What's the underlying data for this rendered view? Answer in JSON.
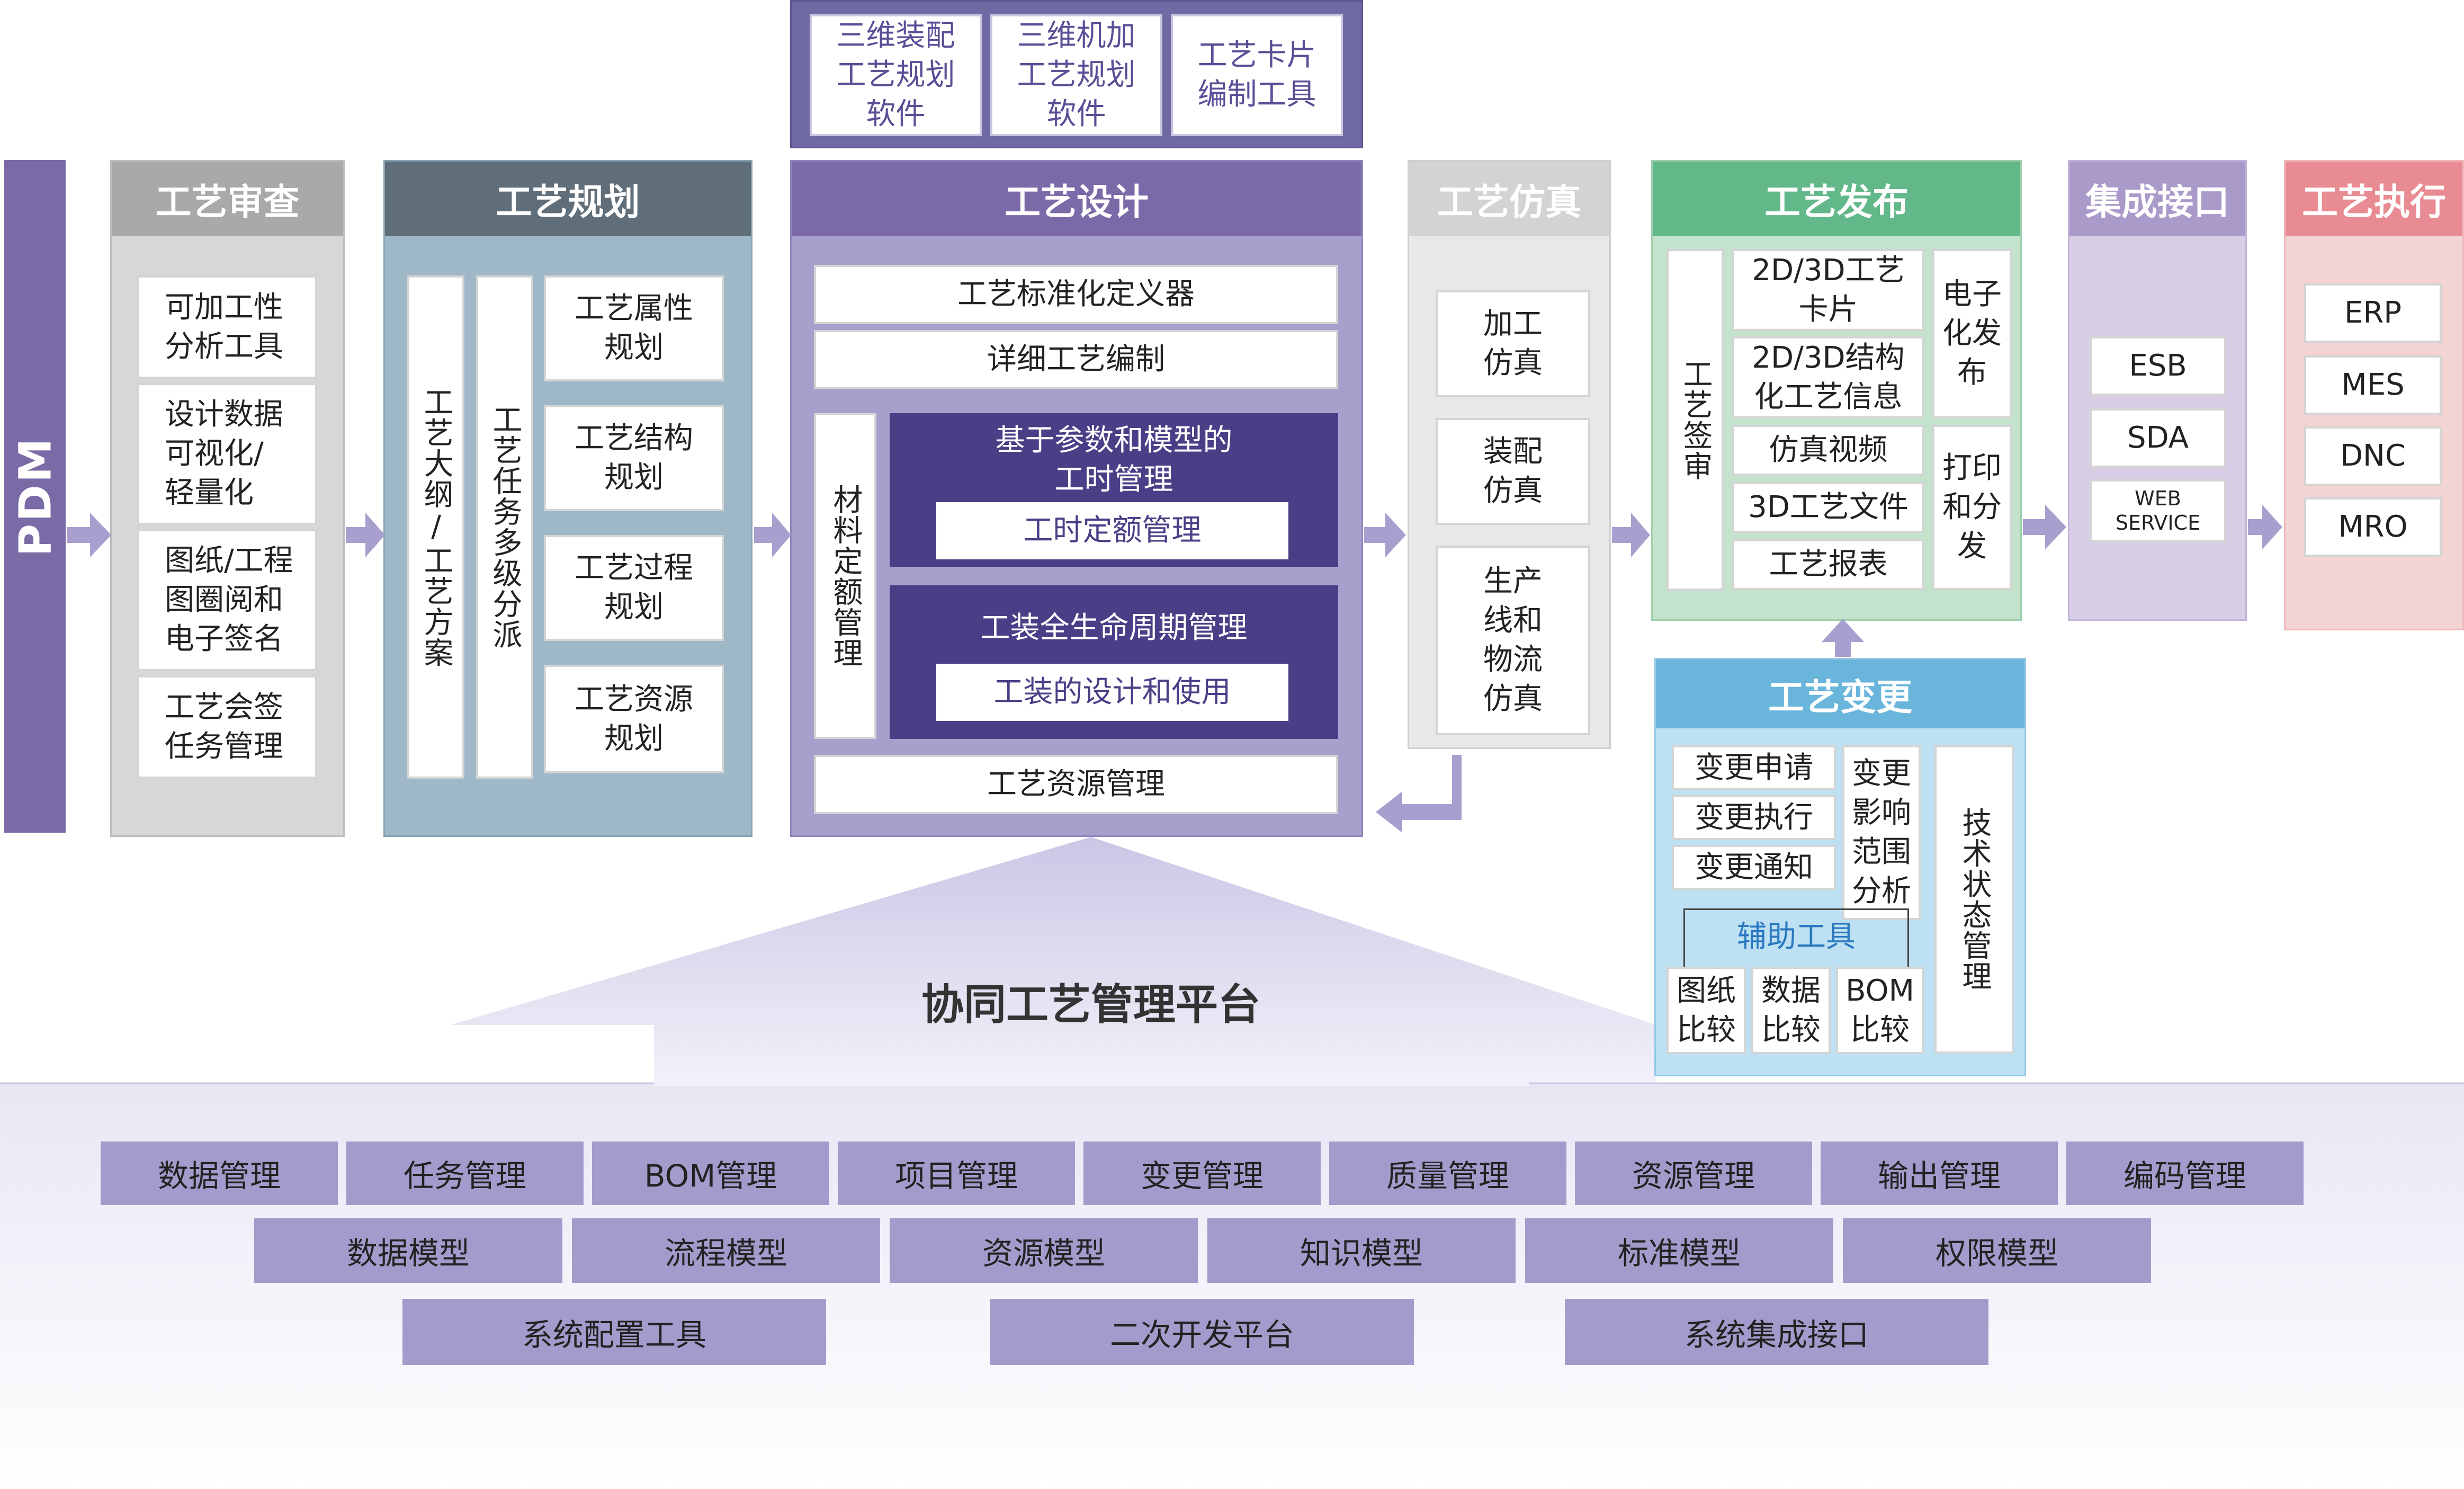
{
  "colors": {
    "pdm": "#7a6aa6",
    "review_header": "#a9a9a9",
    "review_body": "#d7d7d7",
    "planning_header": "#5f6e79",
    "planning_body": "#9fb8c7",
    "design_header": "#7b6aa8",
    "design_body": "#a8a0cc",
    "design_dark": "#4a3f87",
    "sim_header": "#d3d3d3",
    "sim_body": "#e8e8e8",
    "release_header": "#63b88a",
    "release_body": "#c4e3cc",
    "interface_header": "#a99ac9",
    "interface_body": "#d8cfe6",
    "exec_header": "#e98b92",
    "exec_body": "#f4d3d5",
    "change_header": "#6ab5dc",
    "change_body": "#bde0f2",
    "platform_box": "#a29ccc",
    "arrow": "#a89fcf"
  },
  "pdm": {
    "label": "PDM"
  },
  "tools_top": [
    "三维装配\n工艺规划\n软件",
    "三维机加\n工艺规划\n软件",
    "工艺卡片\n编制工具"
  ],
  "review": {
    "title": "工艺审查",
    "items": [
      "可加工性\n分析工具",
      "设计数据\n可视化/\n轻量化",
      "图纸/工程\n图圈阅和\n电子签名",
      "工艺会签\n任务管理"
    ]
  },
  "planning": {
    "title": "工艺规划",
    "vertical": [
      "工艺大纲/工艺方案",
      "工艺任务多级分派"
    ],
    "items": [
      "工艺属性\n规划",
      "工艺结构\n规划",
      "工艺过程\n规划",
      "工艺资源\n规划"
    ]
  },
  "design": {
    "title": "工艺设计",
    "top_items": [
      "工艺标准化定义器",
      "详细工艺编制"
    ],
    "vertical": "材料定额管理",
    "panel1_title": "基于参数和模型的\n工时管理",
    "panel1_item": "工时定额管理",
    "panel2_title": "工装全生命周期管理",
    "panel2_item": "工装的设计和使用",
    "bottom_item": "工艺资源管理"
  },
  "simulation": {
    "title": "工艺仿真",
    "items": [
      "加工\n仿真",
      "装配\n仿真",
      "生产\n线和\n物流\n仿真"
    ]
  },
  "release": {
    "title": "工艺发布",
    "vertical": "工艺签审",
    "items": [
      "2D/3D工艺\n卡片",
      "2D/3D结构\n化工艺信息",
      "仿真视频",
      "3D工艺文件",
      "工艺报表"
    ],
    "right": [
      "电子\n化发\n布",
      "打印\n和分\n发"
    ]
  },
  "interface": {
    "title": "集成接口",
    "items": [
      "ESB",
      "SDA",
      "WEB\nSERVICE"
    ]
  },
  "execution": {
    "title": "工艺执行",
    "items": [
      "ERP",
      "MES",
      "DNC",
      "MRO"
    ]
  },
  "change": {
    "title": "工艺变更",
    "items": [
      "变更申请",
      "变更执行",
      "变更通知"
    ],
    "impact": "变更\n影响\n范围\n分析",
    "tech": "技术状态管理",
    "aux_title": "辅助工具",
    "aux_items": [
      "图纸\n比较",
      "数据\n比较",
      "BOM\n比较"
    ]
  },
  "platform": {
    "title": "协同工艺管理平台",
    "row1": [
      "数据管理",
      "任务管理",
      "BOM管理",
      "项目管理",
      "变更管理",
      "质量管理",
      "资源管理",
      "输出管理",
      "编码管理"
    ],
    "row2": [
      "数据模型",
      "流程模型",
      "资源模型",
      "知识模型",
      "标准模型",
      "权限模型"
    ],
    "row3": [
      "系统配置工具",
      "二次开发平台",
      "系统集成接口"
    ]
  }
}
